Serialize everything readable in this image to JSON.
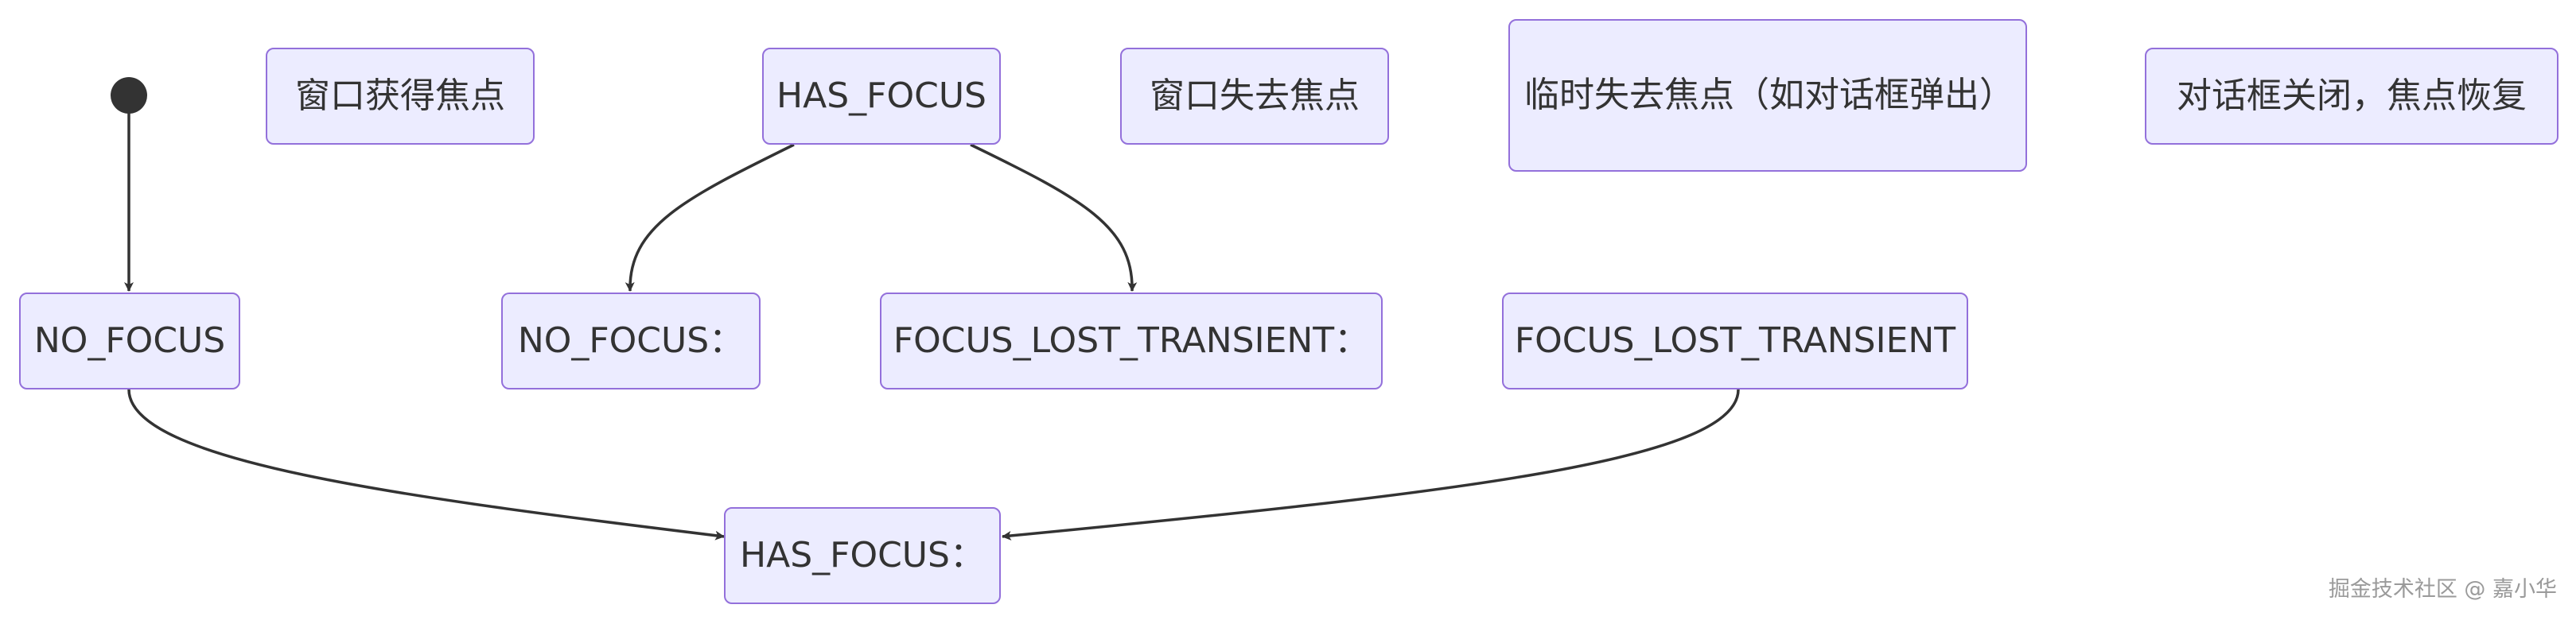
{
  "nodes": {
    "no_focus_main": "NO_FOCUS",
    "no_focus_label": "NO_FOCUS：",
    "has_focus_top": "HAS_FOCUS",
    "has_focus_bottom": "HAS_FOCUS：",
    "focus_lost_transient_label": "FOCUS_LOST_TRANSIENT：",
    "focus_lost_transient_main": "FOCUS_LOST_TRANSIENT"
  },
  "notes": {
    "window_gain_focus": "窗口获得焦点",
    "window_lose_focus": "窗口失去焦点",
    "temporary_lose_focus": "临时失去焦点（如对话框弹出）",
    "dialog_closed_restore": "对话框关闭，焦点恢复"
  },
  "watermark": "掘金技术社区 @ 嘉小华",
  "colors": {
    "node_fill": "#ECECFF",
    "node_border": "#9370DB",
    "edge": "#333333",
    "text": "#333333"
  }
}
